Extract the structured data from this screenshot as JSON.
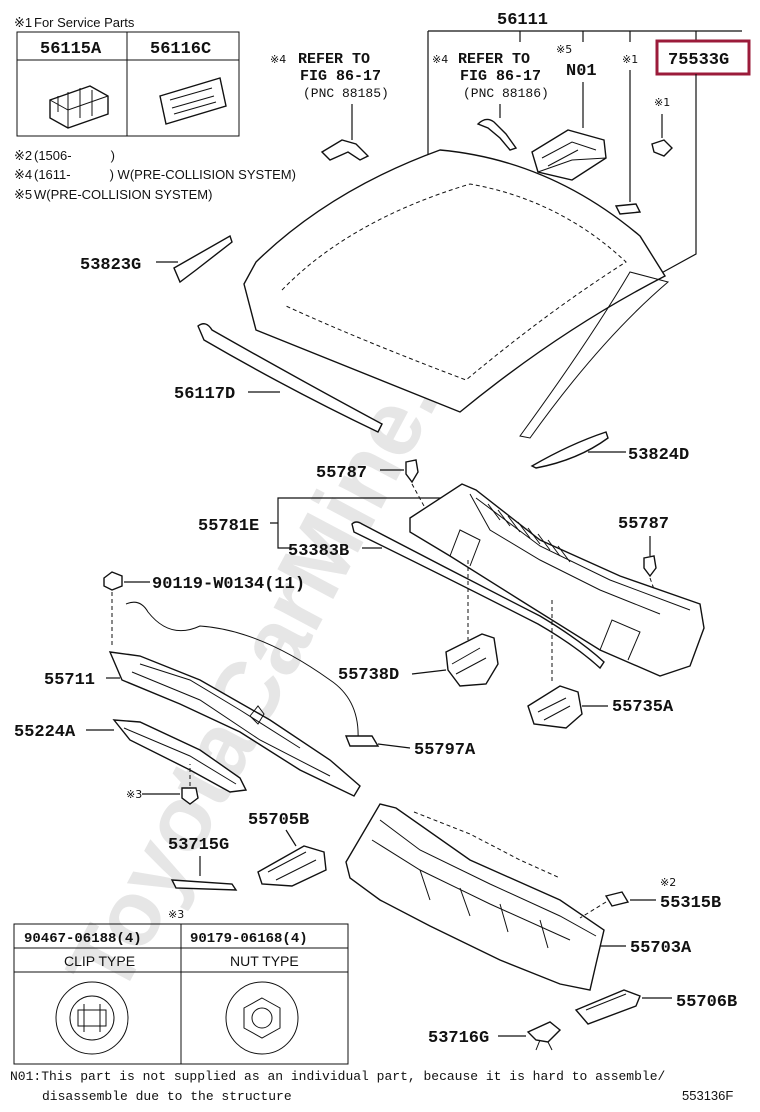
{
  "watermark": "ToyotaCarMine.ru",
  "service_box": {
    "title": "For Service Parts",
    "mark": "※1",
    "parts": [
      "56115A",
      "56116C"
    ]
  },
  "notes": [
    {
      "mark": "※2",
      "text": "(1506-　　　)"
    },
    {
      "mark": "※4",
      "text": "(1611-　　　) W(PRE-COLLISION SYSTEM)"
    },
    {
      "mark": "※5",
      "text": "W(PRE-COLLISION SYSTEM)"
    }
  ],
  "refs": [
    {
      "mark": "※4",
      "line1": "REFER TO",
      "line2": "FIG 86-17",
      "line3": "(PNC 88185)"
    },
    {
      "mark": "※4",
      "line1": "REFER TO",
      "line2": "FIG 86-17",
      "line3": "(PNC 88186)"
    }
  ],
  "marks": {
    "m1": "※1",
    "m2": "※2",
    "m3": "※3",
    "m5": "※5"
  },
  "labels": {
    "p56111": "56111",
    "p75533G": "75533G",
    "pN01": "N01",
    "p53823G": "53823G",
    "p56117D": "56117D",
    "p53824D": "53824D",
    "p55787a": "55787",
    "p55787b": "55787",
    "p55781E": "55781E",
    "p53383B": "53383B",
    "p90119": "90119-W0134(11)",
    "p55711": "55711",
    "p55738D": "55738D",
    "p55735A": "55735A",
    "p55224A": "55224A",
    "p55797A": "55797A",
    "p55705B": "55705B",
    "p53715G": "53715G",
    "p55315B": "55315B",
    "p55703A": "55703A",
    "p55706B": "55706B",
    "p53716G": "53716G"
  },
  "table": {
    "headers": [
      "90467-06188(4)",
      "90179-06168(4)"
    ],
    "types": [
      "CLIP TYPE",
      "NUT TYPE"
    ]
  },
  "footnote": {
    "line1": "N01:This part is not supplied as an individual part,  because it is hard to assemble/",
    "line2": "disassemble due to the structure"
  },
  "figure_code": "553136F",
  "highlight_color": "#9b1b3a"
}
